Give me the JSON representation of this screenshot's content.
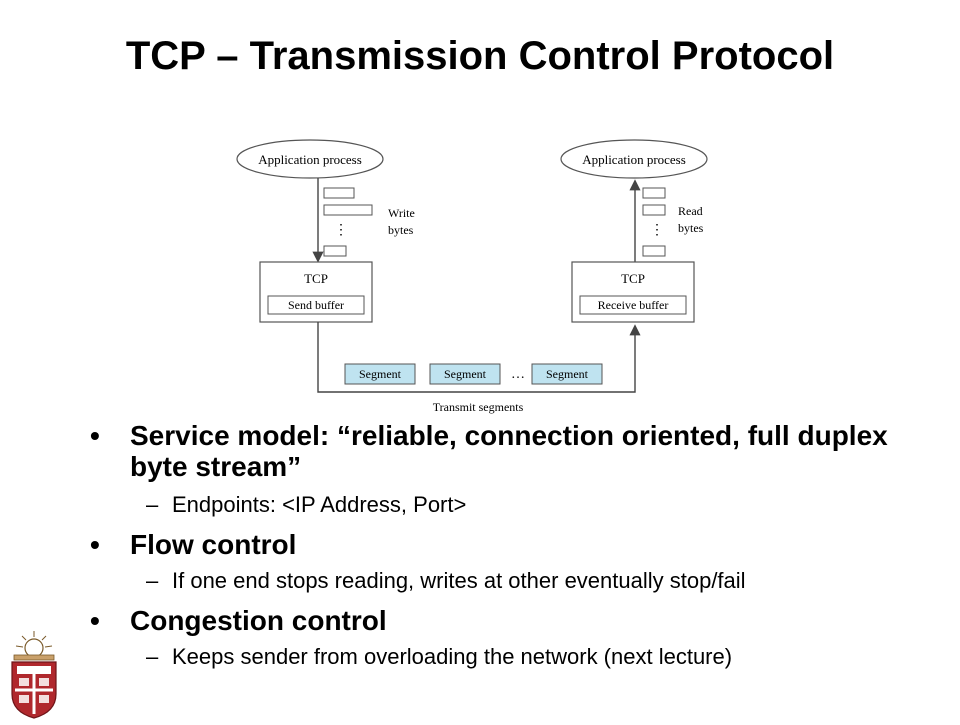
{
  "slide": {
    "title": "TCP – Transmission Control Protocol"
  },
  "diagram": {
    "left_app": "Application process",
    "right_app": "Application process",
    "write_label_1": "Write",
    "write_label_2": "bytes",
    "read_label_1": "Read",
    "read_label_2": "bytes",
    "left_tcp": "TCP",
    "right_tcp": "TCP",
    "send_buffer": "Send buffer",
    "receive_buffer": "Receive buffer",
    "segment_1": "Segment",
    "segment_2": "Segment",
    "segment_ellipsis": "…",
    "segment_3": "Segment",
    "transmit_label": "Transmit segments"
  },
  "bullets": [
    {
      "bullet_char": "•",
      "text": "Service model: “reliable, connection oriented, full duplex byte stream”",
      "sub": [
        {
          "dash": "–",
          "text": "Endpoints: <IP Address, Port>"
        }
      ]
    },
    {
      "bullet_char": "•",
      "text": "Flow control",
      "sub": [
        {
          "dash": "–",
          "text": "If one end stops reading, writes at other eventually stop/fail"
        }
      ]
    },
    {
      "bullet_char": "•",
      "text": "Congestion control",
      "sub": [
        {
          "dash": "–",
          "text": "Keeps sender from overloading the network (next lecture)"
        }
      ]
    }
  ],
  "colors": {
    "segment_fill": "#bfe3f0",
    "diagram_stroke": "#555555",
    "logo_red": "#b0282d"
  },
  "icons": {
    "logo": "university-shield-logo"
  }
}
